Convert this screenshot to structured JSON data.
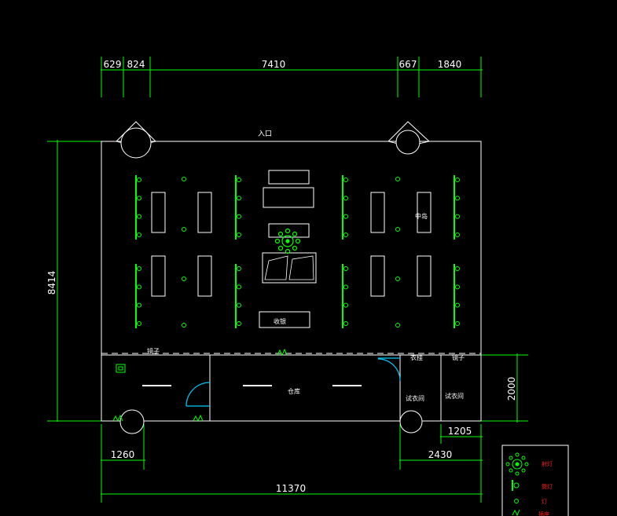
{
  "dimensions": {
    "top": [
      "629",
      "824",
      "7410",
      "667",
      "1840"
    ],
    "left_height": "8414",
    "right_height": "2000",
    "right_bottom": "1205",
    "bottom_left": "1260",
    "bottom_right": "2430",
    "bottom_total": "11370"
  },
  "labels": {
    "entrance": "入口",
    "center_top": "中岛",
    "cashier": "收银",
    "shelf_left": "镜子",
    "hanger": "衣挂",
    "storage": "仓库",
    "fitting_room_1": "试衣间",
    "fitting_room_2": "试衣间",
    "mirror": "镜子"
  },
  "legend": {
    "items": [
      "射灯",
      "筒灯",
      "灯",
      "插座"
    ]
  },
  "colors": {
    "background": "#000000",
    "wall": "#ffffff",
    "dimension": "#00ff00",
    "fixture": "#00ff00",
    "door": "#00ccff",
    "legend_text": "#ff2020"
  }
}
